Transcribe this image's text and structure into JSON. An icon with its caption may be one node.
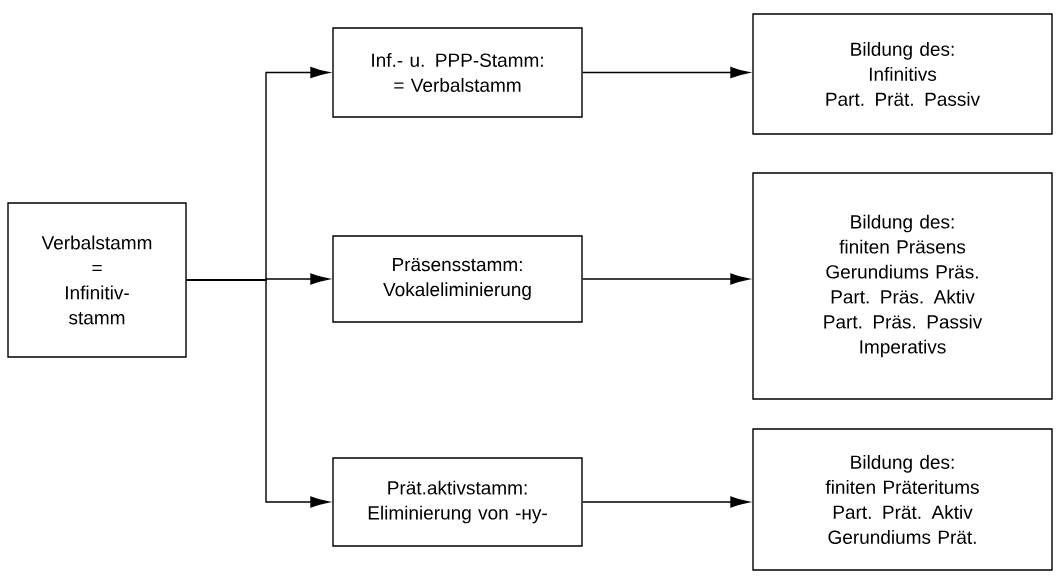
{
  "diagram": {
    "nodes": [
      {
        "text": [
          "Verbalstamm",
          "=",
          "Infinitiv- stamm"
        ]
      },
      {
        "text": [
          "Inf.- u. PPP-Stamm:",
          "= Verbalstamm"
        ]
      },
      {
        "text": [
          "Präsensstamm:",
          "Vokaleliminierung"
        ]
      },
      {
        "text": [
          "Prät.aktivstamm:",
          "Eliminierung von -ну-"
        ]
      },
      {
        "text": [
          "Bildung des:",
          "Infinitivs",
          "Part. Prät. Passiv"
        ]
      },
      {
        "text": [
          "Bildung des:",
          "finiten Präsens",
          "Gerundiums Präs.",
          "Part. Präs. Aktiv",
          "Part. Präs. Passiv",
          "Imperativs"
        ]
      },
      {
        "text": [
          "Bildung des:",
          "finiten Präteritums",
          "Part. Prät. Aktiv",
          "Gerundiums Prät."
        ]
      }
    ],
    "edges": [
      {
        "from": 0,
        "to": 1,
        "arrow": "to"
      },
      {
        "from": 0,
        "to": 2,
        "arrow": "to"
      },
      {
        "from": 0,
        "to": 3,
        "arrow": "to"
      },
      {
        "from": 1,
        "to": 4,
        "arrow": "to"
      },
      {
        "from": 2,
        "to": 5,
        "arrow": "to"
      },
      {
        "from": 3,
        "to": 6,
        "arrow": "to"
      }
    ]
  }
}
